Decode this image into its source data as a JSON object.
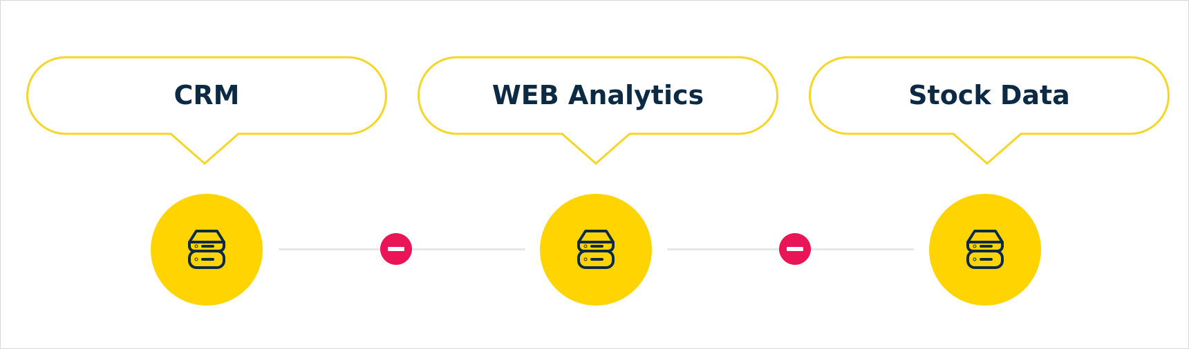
{
  "sources": [
    {
      "label": "CRM",
      "icon": "database-server-icon"
    },
    {
      "label": "WEB Analytics",
      "icon": "database-server-icon"
    },
    {
      "label": "Stock Data",
      "icon": "database-server-icon"
    }
  ],
  "connections": [
    {
      "from": "CRM",
      "to": "WEB Analytics",
      "status": "disconnected",
      "icon": "minus-icon"
    },
    {
      "from": "WEB Analytics",
      "to": "Stock Data",
      "status": "disconnected",
      "icon": "minus-icon"
    }
  ],
  "colors": {
    "callout_border": "#f5d626",
    "node_fill": "#ffd400",
    "text": "#0c2a44",
    "connector": "#e6e6e6",
    "break": "#ea1556"
  }
}
